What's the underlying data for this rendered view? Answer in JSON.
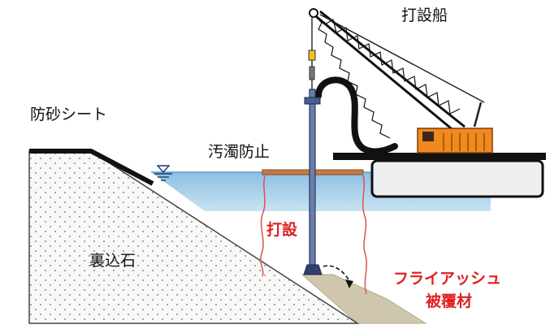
{
  "labels": {
    "vessel": "打設船",
    "sand_sheet": "防砂シート",
    "silt_fence": "汚濁防止",
    "driving": "打設",
    "backfill": "裏込石",
    "fly_ash_line1": "フライアッシュ",
    "fly_ash_line2": "被覆材"
  },
  "colors": {
    "water": "#7fb6dc",
    "crane_body": "#f08a1e",
    "fly_ash_layer": "#cfc7ad",
    "label_red": "#e02020",
    "silt_fence_line": "#e05050"
  }
}
